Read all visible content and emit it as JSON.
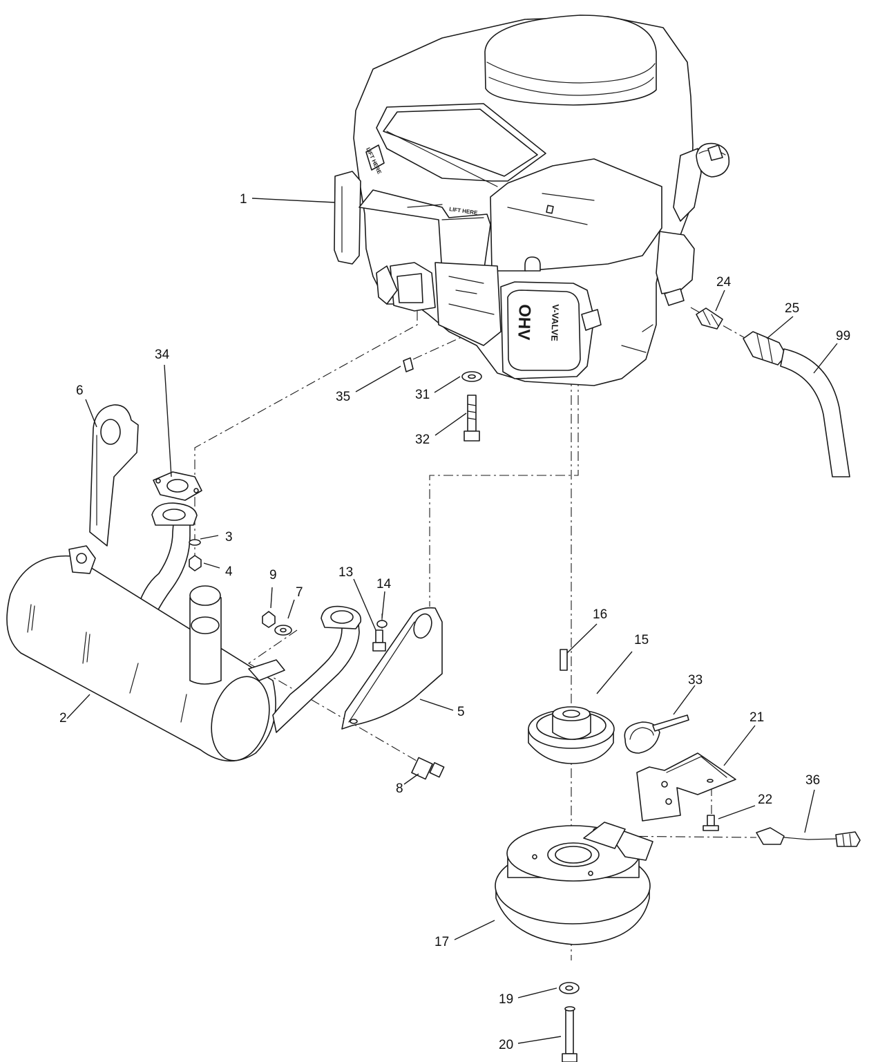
{
  "decals": {
    "lift_here_1": "LIFT HERE",
    "lift_here_2": "LIFT HERE",
    "ohv": "OHV",
    "v_valve": "V-VALVE"
  },
  "callouts": {
    "c1": "1",
    "c2": "2",
    "c3": "3",
    "c4": "4",
    "c5": "5",
    "c6": "6",
    "c7": "7",
    "c8": "8",
    "c9": "9",
    "c13": "13",
    "c14": "14",
    "c15": "15",
    "c16": "16",
    "c17": "17",
    "c19": "19",
    "c20": "20",
    "c21": "21",
    "c22": "22",
    "c24": "24",
    "c25": "25",
    "c31": "31",
    "c32": "32",
    "c33": "33",
    "c34": "34",
    "c35": "35",
    "c36": "36",
    "c99": "99"
  }
}
